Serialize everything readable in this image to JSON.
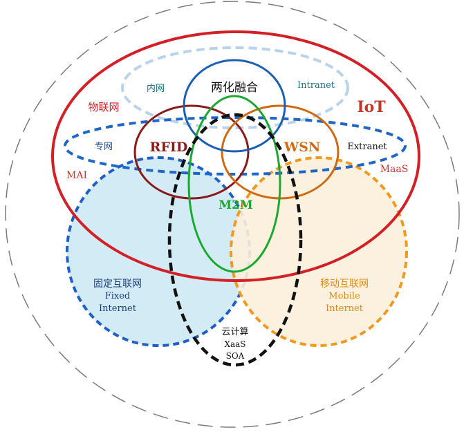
{
  "labels": {
    "two_integration": "两化融合",
    "intranet_cn": "内网",
    "intranet_en": "Intranet",
    "iot_cn": "物联网",
    "iot_en": "IoT",
    "private_net_cn": "专网",
    "extranet_en": "Extranet",
    "rfid": "RFID",
    "wsn": "WSN",
    "mai": "MAI",
    "maas": "MaaS",
    "m2m": "M2M",
    "fixed_internet_cn": "固定互联网",
    "fixed_internet_en_1": "Fixed",
    "fixed_internet_en_2": "Internet",
    "mobile_internet_cn": "移动互联网",
    "mobile_internet_en_1": "Mobile",
    "mobile_internet_en_2": "Internet",
    "cloud_cn": "云计算",
    "cloud_xaas": "XaaS",
    "cloud_soa": "SOA"
  },
  "colors": {
    "iot_red": "#d31f26",
    "rfid_dark_red": "#8b1a1a",
    "two_integration_blue": "#1a5fb4",
    "wsn_orange": "#d06a10",
    "m2m_green": "#1aa830",
    "fixed_internet_blue": "#1e5fc8",
    "fixed_internet_fill": "#d3ebf5",
    "mobile_internet_orange": "#f0991e",
    "mobile_internet_fill": "#fcefdc",
    "intranet_light_blue": "#b8d3ea",
    "private_net_blue": "#1e66c8",
    "cloud_black": "#111111",
    "outer_gray": "#7a7a7a",
    "teal_text": "#1a6f86",
    "mobile_text": "#e08a10"
  }
}
